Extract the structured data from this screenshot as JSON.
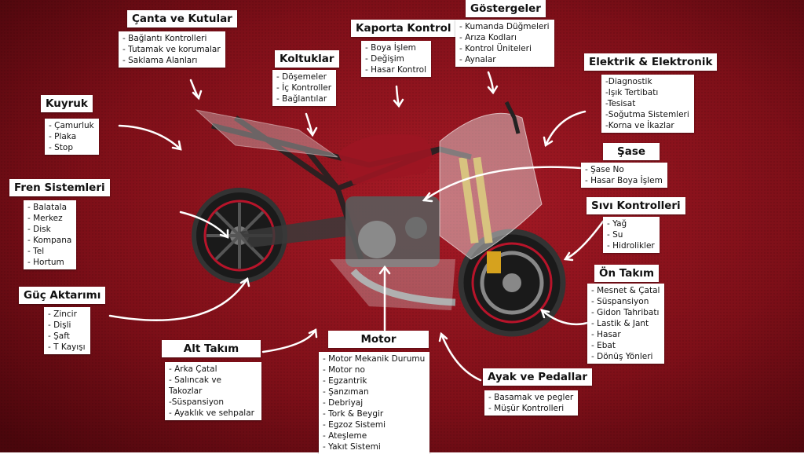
{
  "colors": {
    "background_center": "#a81a26",
    "background_edge": "#4a060c",
    "panel": "#ffffff",
    "text": "#111111",
    "arrow": "#ffffff"
  },
  "labels": {
    "canta": {
      "title": "Çanta ve Kutular",
      "items": [
        "- Bağlantı Kontrolleri",
        "- Tutamak ve korumalar",
        "- Saklama Alanları"
      ]
    },
    "kaporta": {
      "title": "Kaporta Kontrol",
      "items": [
        "- Boya İşlem",
        "- Değişim",
        "- Hasar Kontrol"
      ]
    },
    "gostergeler": {
      "title": "Göstergeler",
      "items": [
        "- Kumanda Düğmeleri",
        "- Arıza Kodları",
        "- Kontrol Üniteleri",
        "- Aynalar"
      ]
    },
    "koltuklar": {
      "title": "Koltuklar",
      "items": [
        "- Döşemeler",
        "- İç Kontroller",
        "- Bağlantılar"
      ]
    },
    "elektrik": {
      "title": "Elektrik & Elektronik",
      "items": [
        "-Diagnostik",
        "-Işık Tertibatı",
        "-Tesisat",
        "-Soğutma Sistemleri",
        "-Korna ve İkazlar"
      ]
    },
    "kuyruk": {
      "title": "Kuyruk",
      "items": [
        "- Çamurluk",
        "- Plaka",
        "- Stop"
      ]
    },
    "sase": {
      "title": "Şase",
      "items": [
        "- Şase No",
        "- Hasar Boya İşlem"
      ]
    },
    "fren": {
      "title": "Fren Sistemleri",
      "items": [
        "- Balatala",
        "- Merkez",
        "- Disk",
        "- Kompana",
        "- Tel",
        "- Hortum"
      ]
    },
    "sivi": {
      "title": "Sıvı Kontrolleri",
      "items": [
        "- Yağ",
        "- Su",
        "- Hidrolikler"
      ]
    },
    "guc": {
      "title": "Güç Aktarımı",
      "items": [
        "- Zincir",
        "- Dişli",
        "- Şaft",
        "- T Kayışı"
      ]
    },
    "on": {
      "title": "Ön Takım",
      "items": [
        "- Mesnet & Çatal",
        "- Süspansiyon",
        "- Gidon Tahribatı",
        "- Lastik & Jant",
        "- Hasar",
        "- Ebat",
        "- Dönüş Yönleri"
      ]
    },
    "alt": {
      "title": "Alt Takım",
      "items": [
        "- Arka Çatal",
        "- Salıncak ve Takozlar",
        "-Süspansiyon",
        "- Ayaklık ve sehpalar"
      ]
    },
    "motor": {
      "title": "Motor",
      "items": [
        "- Motor Mekanik Durumu",
        "- Motor no",
        "- Egzantrik",
        "- Şanzıman",
        "- Debriyaj",
        "- Tork & Beygir",
        "- Egzoz Sistemi",
        "- Ateşleme",
        "- Yakıt Sistemi"
      ]
    },
    "ayak": {
      "title": "Ayak ve Pedallar",
      "items": [
        "- Basamak ve pegler",
        "- Müşür Kontrolleri"
      ]
    }
  }
}
